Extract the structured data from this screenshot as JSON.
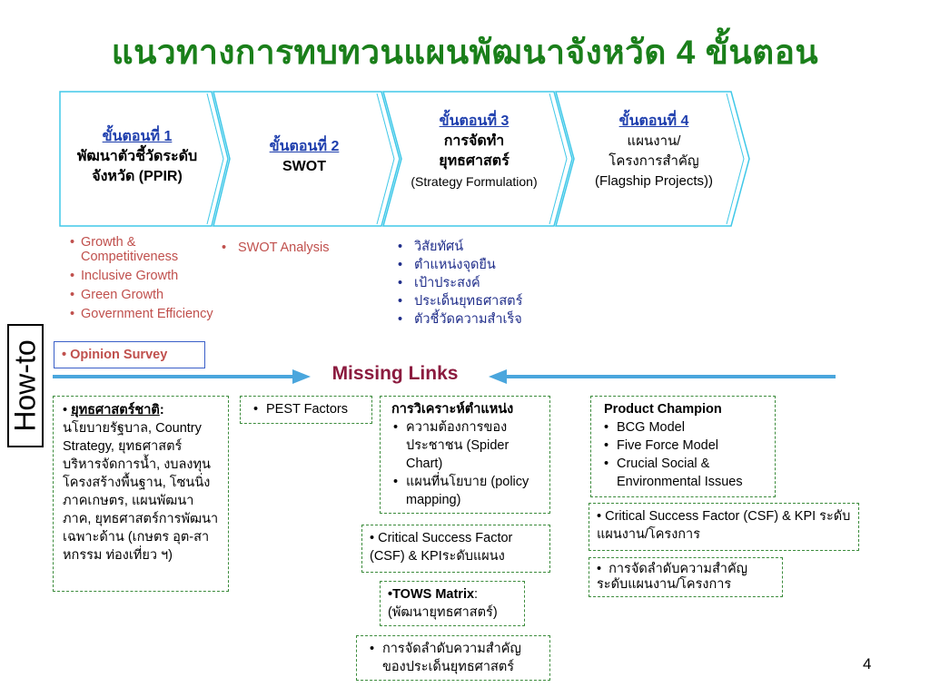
{
  "title": "แนวทางการทบทวนแผนพัฒนาจังหวัด 4 ขั้นตอน",
  "colors": {
    "title": "#1a7f1a",
    "chevron_border": "#40c8e8",
    "step_heading": "#1f3fae",
    "red_list": "#c0504d",
    "blue_list": "#1f2d8a",
    "missing_links": "#8b1a3e",
    "arrow": "#4aa6dd",
    "dashed_border": "#3b8b3b"
  },
  "steps": [
    {
      "heading": "ขั้นตอนที่ 1",
      "line1": "พัฒนาตัวชี้วัดระดับ",
      "line2": "จังหวัด (PPIR)"
    },
    {
      "heading": "ขั้นตอนที่ 2",
      "line1": "SWOT"
    },
    {
      "heading": "ขั้นตอนที่ 3",
      "line1": "การจัดทำ",
      "line2": "ยุทธศาสตร์",
      "line3": "(Strategy Formulation)"
    },
    {
      "heading": "ขั้นตอนที่ 4",
      "line1": "แผนงาน/",
      "line2": "โครงการสำคัญ",
      "line3": "(Flagship Projects))"
    }
  ],
  "step1_items": [
    "Growth & Competitiveness",
    "Inclusive Growth",
    "Green Growth",
    "Government Efficiency"
  ],
  "opinion_survey": "Opinion Survey",
  "step2_items": [
    "SWOT Analysis"
  ],
  "step3_items": [
    "วิสัยทัศน์",
    "ตำแหน่งจุดยืน",
    "เป้าประสงค์",
    "ประเด็นยุทธศาสตร์",
    "ตัวชี้วัดความสำเร็จ"
  ],
  "howto": "How-to",
  "missing_links": "Missing Links",
  "box_national": {
    "label": "ยุทธศาสตร์ชาติ",
    "colon": ":",
    "text": "นโยบายรัฐบาล, Country Strategy, ยุทธศาสตร์บริหารจัดการน้ำ, งบลงทุนโครงสร้างพื้นฐาน, โซนนิ่งภาคเกษตร, แผนพัฒนาภาค, ยุทธศาสตร์การพัฒนาเฉพาะด้าน (เกษตร อุต-สาหกรรม ท่องเที่ยว ฯ)"
  },
  "box_pest": {
    "items": [
      "PEST Factors"
    ]
  },
  "box_position": {
    "title": "การวิเคราะห์ตำแหน่ง",
    "items": [
      "ความต้องการของประชาชน (Spider Chart)",
      "แผนที่นโยบาย (policy mapping)"
    ]
  },
  "box_csf_plan": {
    "text": "Critical Success Factor (CSF) & KPIระดับแผนง"
  },
  "box_tows": {
    "label": "TOWS Matrix",
    "colon": ":",
    "text": "(พัฒนายุทธศาสตร์)"
  },
  "box_prioritize_issue": {
    "items": [
      "การจัดลำดับความสำคัญของประเด็นยุทธศาสตร์"
    ]
  },
  "box_product": {
    "title": "Product Champion",
    "items": [
      "BCG Model",
      "Five Force Model",
      "Crucial Social & Environmental Issues"
    ]
  },
  "box_csf_project": {
    "text": "Critical Success Factor (CSF) & KPI ระดับแผนงาน/โครงการ"
  },
  "box_prioritize_project": {
    "text": "การจัดลำดับความสำคัญระดับแผนงาน/โครงการ"
  },
  "page_number": "4"
}
